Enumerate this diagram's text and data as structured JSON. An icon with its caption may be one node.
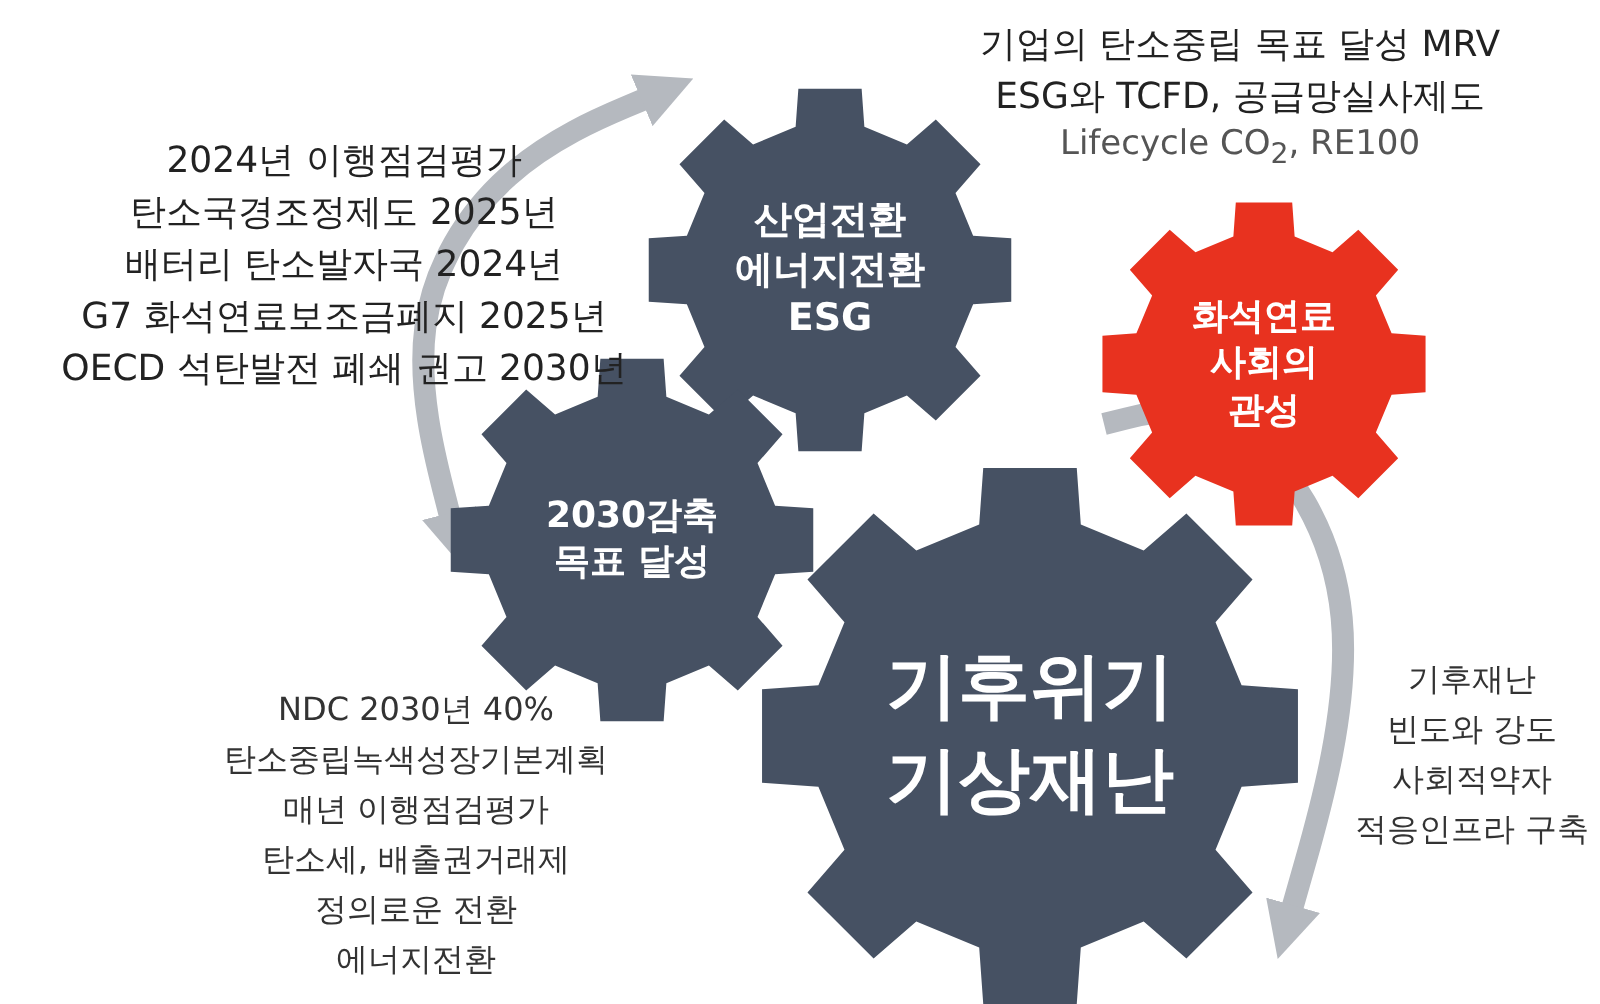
{
  "diagram": {
    "nodes": [
      {
        "text": [
          "산업전환 에너지전환 ESG"
        ]
      },
      {
        "text": [
          "화석연료 사회의 관성"
        ]
      },
      {
        "text": [
          "2030감축 목표 달성"
        ]
      },
      {
        "text": [
          "기후위기 기상재난"
        ]
      }
    ],
    "edges": [
      {
        "from": 2,
        "to": 0,
        "arrow": "both"
      },
      {
        "from": 1,
        "to": 3,
        "arrow": "to"
      }
    ],
    "labels": [
      "기업의 탄소중립 목표 달성 MRV",
      "ESG와 TCFD, 공급망실사제도",
      "Lifecycle CO$_{2}$, RE100",
      "2024년 이행점검평가",
      "탄소국경조정제도 2025년",
      "배터리 탄소발자국 2024년",
      "G7 화석연료보조금폐지 2025년",
      "OECD 석탄발전 폐쇄 권고 2030년",
      "기후재난",
      "빈도와 강도",
      "사회적약자",
      "적응인프라 구축",
      "NDC 2030년 40%",
      "탄소중립녹색성장기본계획",
      "매년 이행점검평가",
      "탄소세, 배출권거래제",
      "정의로운 전환",
      "에너지전환"
    ]
  }
}
